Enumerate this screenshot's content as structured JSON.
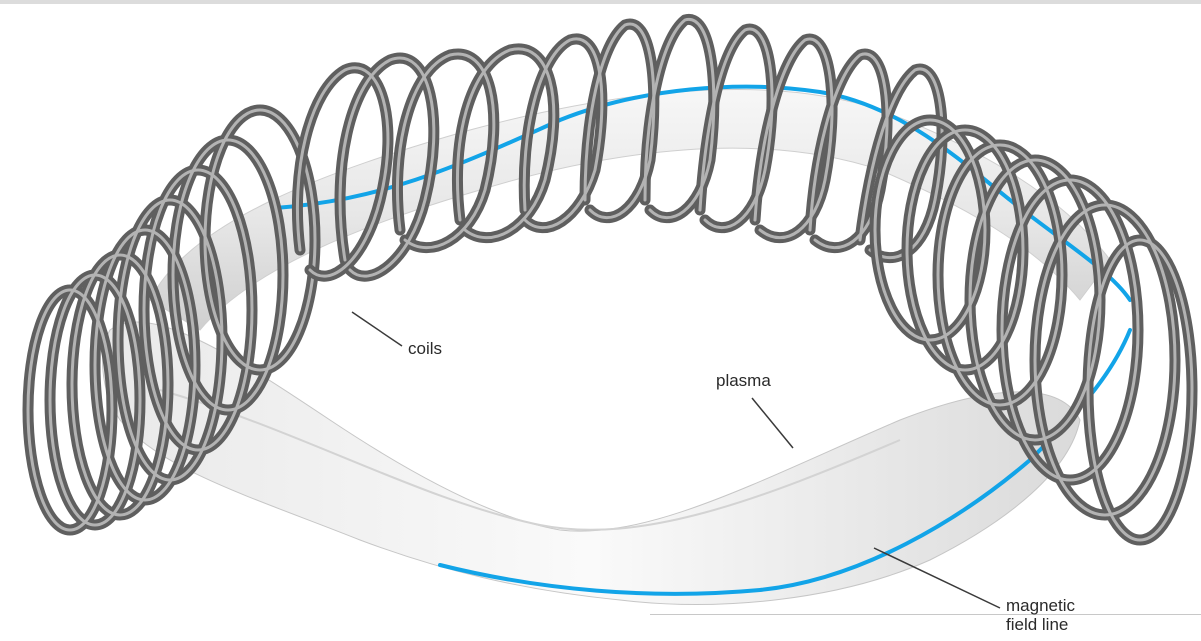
{
  "figure": {
    "labels": {
      "coils": "coils",
      "plasma": "plasma",
      "magnetic_field_line": [
        "magnetic",
        "field line"
      ]
    },
    "colors": {
      "coil_dark": "#5d5d5d",
      "coil_light": "#a9a9a9",
      "plasma_fill": "#ececec",
      "plasma_edge": "#c6c6c6",
      "field_line": "#12a4e8",
      "leader": "#3a3a3a"
    }
  }
}
